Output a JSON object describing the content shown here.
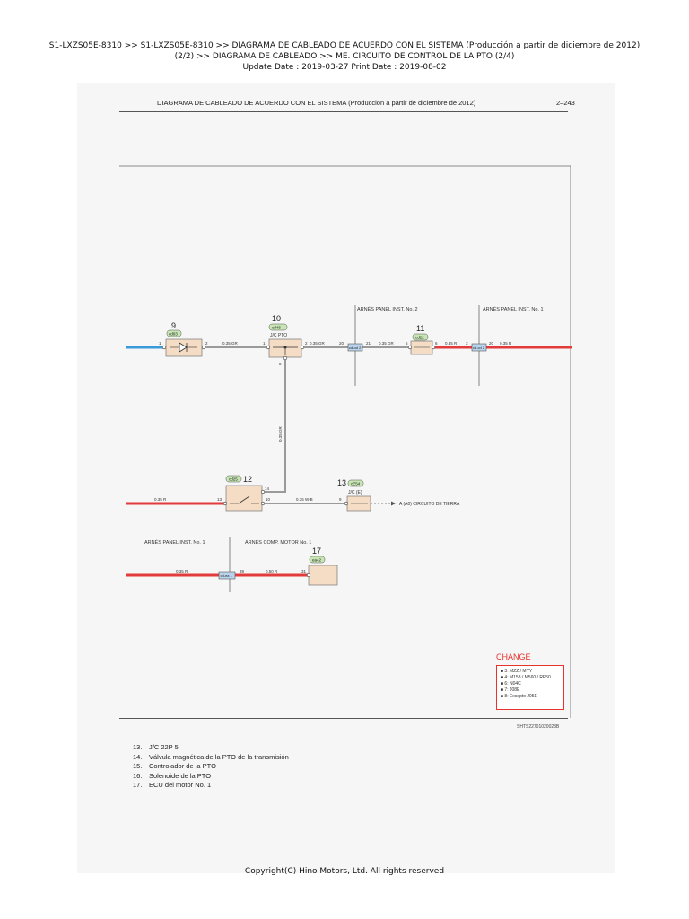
{
  "header": {
    "line1": "S1-LXZS05E-8310 >> S1-LXZS05E-8310 >> DIAGRAMA DE CABLEADO DE ACUERDO CON EL SISTEMA (Producción a partir de diciembre de 2012)",
    "line2": "(2/2) >> DIAGRAMA DE CABLEADO >> ME. CIRCUITO DE CONTROL DE LA PTO (2/4)",
    "line3": "Update Date : 2019-03-27   Print Date : 2019-08-02"
  },
  "sheet": {
    "title": "DIAGRAMA DE CABLEADO DE ACUERDO CON EL SISTEMA (Producción a partir de diciembre de 2012)",
    "page": "2–243"
  },
  "diagram": {
    "harness_labels": {
      "panel2_top": "ARNÉS PANEL INST. No. 2",
      "panel1_top": "ARNÉS PANEL INST. No. 1",
      "panel1_bottom": "ARNÉS PANEL INST. No. 1",
      "motor_bottom": "ARNÉS COMP. MOTOR No. 1"
    },
    "components": {
      "c9": {
        "num": "9",
        "tag": "cd03"
      },
      "c10": {
        "num": "10",
        "tag": "cd48",
        "label": "J/C PTO"
      },
      "c11": {
        "num": "11",
        "tag": "cd22"
      },
      "c12": {
        "num": "12",
        "tag": "cd25"
      },
      "c13": {
        "num": "13",
        "tag": "cE54",
        "label": "J/C (E)"
      },
      "c17": {
        "num": "17",
        "tag": "ea42"
      }
    },
    "connectors": {
      "cd_od2": "cd-od 2",
      "cd_cd2": "cd-cd 2",
      "cd_ea1": "cd-ea 1"
    },
    "wires": {
      "w1": "0.35 GR",
      "w2": "0.35 GR",
      "w3": "0.35 GR",
      "w4": "0.35 R",
      "w5": "0.35 R",
      "w6": "0.35 GR",
      "w7": "0.35 R",
      "w8": "0.35 W-B",
      "w9": "0.35 R",
      "w10": "0.50 R"
    },
    "pins": {
      "p9a": "1",
      "p9b": "2",
      "p10a": "1",
      "p10b": "2",
      "p10c": "8",
      "p_od_l": "20",
      "p_od_r": "21",
      "p11a": "5",
      "p11b": "6",
      "p_cd_l": "3",
      "p_cd_r": "20",
      "p12a": "13",
      "p12b": "14",
      "p12c": "10",
      "p13": "9",
      "p_ea_r": "39",
      "p17": "31"
    },
    "ground_ref": "A (A0) CIRCUITO DE TIERRA",
    "colors": {
      "red": "#e23b3b",
      "blue": "#3b9ad9",
      "gray": "#9a9a9a",
      "box": "#f5dcc4",
      "tag": "#c8e6b4",
      "conn": "#b9d4ec"
    }
  },
  "change": {
    "title": "CHANGE",
    "items": [
      "■ 3: MZZ / MYY",
      "■ 4: M153 / M560 / RE50",
      "■ 6: N04C",
      "■ 7: J08E",
      "■ 8: Excepto J05E"
    ]
  },
  "drawing_code": "SHTS22701020023B",
  "legend": [
    {
      "num": "13.",
      "text": "J/C 22P 5"
    },
    {
      "num": "14.",
      "text": "Válvula magnética de la PTO de la transmisión"
    },
    {
      "num": "15.",
      "text": "Controlador de la PTO"
    },
    {
      "num": "16.",
      "text": "Solenoide de la PTO"
    },
    {
      "num": "17.",
      "text": "ECU del motor No. 1"
    }
  ],
  "copyright": "Copyright(C) Hino Motors, Ltd. All rights reserved"
}
